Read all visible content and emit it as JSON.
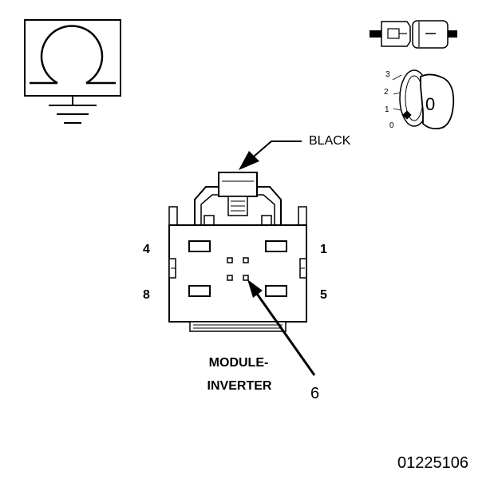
{
  "connector_color_label": "BLACK",
  "pin_labels": {
    "top_left": "4",
    "top_right": "1",
    "bottom_left": "8",
    "bottom_right": "5"
  },
  "component_label": {
    "line1": "MODULE-",
    "line2": "INVERTER"
  },
  "callout_number": "6",
  "ignition_positions": [
    "3",
    "2",
    "1",
    "0"
  ],
  "key_label": "0",
  "figure_id": "01225106"
}
